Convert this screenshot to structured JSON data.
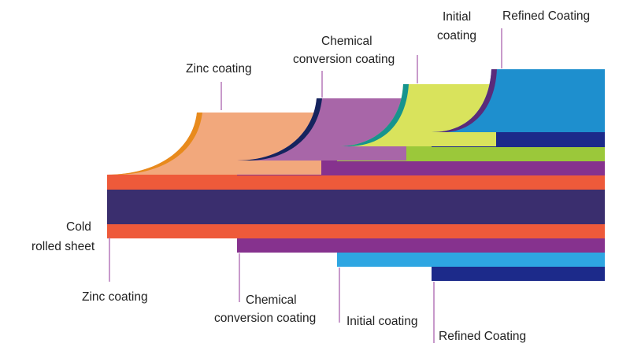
{
  "colors": {
    "zinc_orange": "#EE5A3A",
    "zinc_peach": "#F2A87C",
    "zinc_edge": "#E88A1C",
    "base_navy": "#3A2E6E",
    "chemical_purple": "#86328E",
    "chemical_mauve": "#A866A8",
    "chemical_edge": "#15245E",
    "initial_lime": "#D9E35C",
    "initial_green": "#9BC83A",
    "initial_blue": "#2EA6E2",
    "initial_edge": "#16948E",
    "refined_blue": "#1E8FCE",
    "refined_navy": "#1C2A8A",
    "refined_edge": "#5A2B7A",
    "leader_line": "#B06FB5"
  },
  "top_labels": {
    "zinc": "Zinc coating",
    "chemical_line1": "Chemical",
    "chemical_line2": "conversion coating",
    "initial_line1": "Initial",
    "initial_line2": "coating",
    "refined": "Refined Coating"
  },
  "bottom_labels": {
    "cold_line1": "Cold",
    "cold_line2": "rolled sheet",
    "zinc": "Zinc coating",
    "chemical_line1": "Chemical",
    "chemical_line2": "conversion coating",
    "initial": "Initial coating",
    "refined": "Refined Coating"
  }
}
